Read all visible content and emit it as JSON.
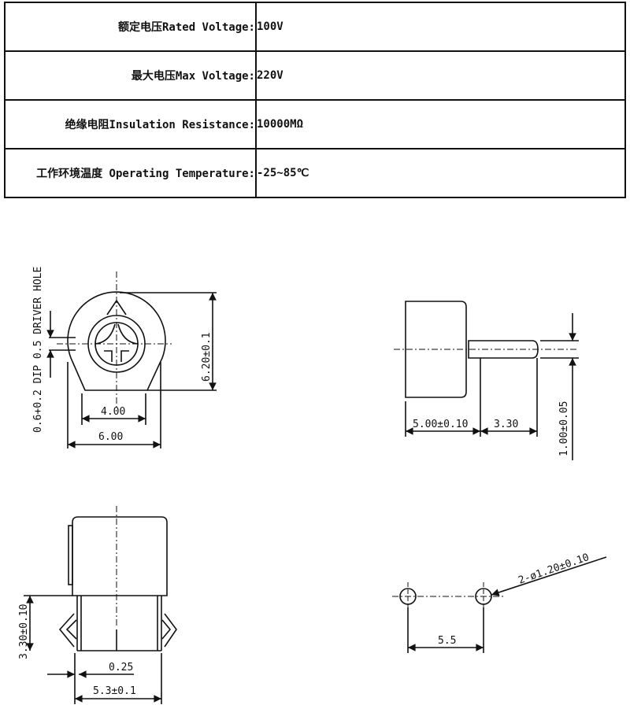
{
  "specs": [
    {
      "label": "额定电压Rated Voltage:",
      "value": "100V"
    },
    {
      "label": "最大电压Max Voltage:",
      "value": "220V"
    },
    {
      "label": "绝缘电阻Insulation Resistance:",
      "value": "10000MΩ"
    },
    {
      "label": "工作环境温度 Operating Temperature:",
      "value": "-25~85℃"
    }
  ],
  "drawings": {
    "front": {
      "driver_hole": "0.6+0.2 DIP 0.5 DRIVER HOLE",
      "height": "6.20±0.1",
      "inner_width": "4.00",
      "width": "6.00"
    },
    "side": {
      "body_length": "5.00±0.10",
      "pin_length": "3.30",
      "pin_dia": "1.00±0.05"
    },
    "bottom": {
      "height": "3.30±0.10",
      "offset": "0.25",
      "width": "5.3±0.1"
    },
    "holes": {
      "hole_spec": "2-ø1.20±0.10",
      "pitch": "5.5"
    }
  }
}
